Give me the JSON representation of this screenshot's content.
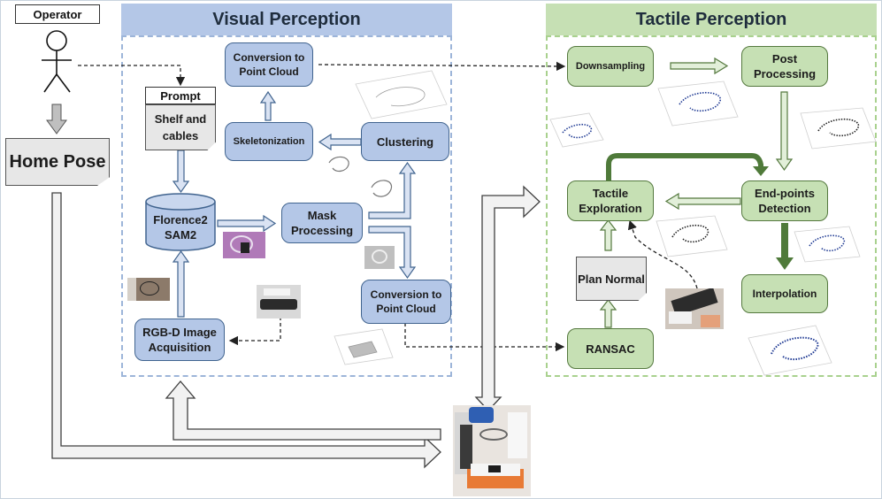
{
  "operator": {
    "label": "Operator"
  },
  "home_pose": {
    "label": "Home Pose"
  },
  "visual": {
    "title": "Visual Perception",
    "prompt_label": "Prompt",
    "prompt_text": "Shelf and cables",
    "florence": "Florence2 SAM2",
    "mask": "Mask Processing",
    "clustering": "Clustering",
    "skeletonization": "Skeletonization",
    "conv_top": "Conversion to Point Cloud",
    "conv_bottom": "Conversion to Point Cloud",
    "rgbd": "RGB-D Image Acquisition"
  },
  "tactile": {
    "title": "Tactile Perception",
    "downsampling": "Downsampling",
    "post": "Post Processing",
    "endpoints": "End-points Detection",
    "tactile_exploration": "Tactile Exploration",
    "interpolation": "Interpolation",
    "plan_normal": "Plan Normal",
    "ransac": "RANSAC"
  },
  "colors": {
    "visual_header": "#b4c7e7",
    "tactile_header": "#c6e0b4",
    "visual_node": "#b4c7e7",
    "tactile_node": "#c6e0b4",
    "dark_green_arrow": "#4f7a3a",
    "doc_gray": "#e7e7e7"
  }
}
